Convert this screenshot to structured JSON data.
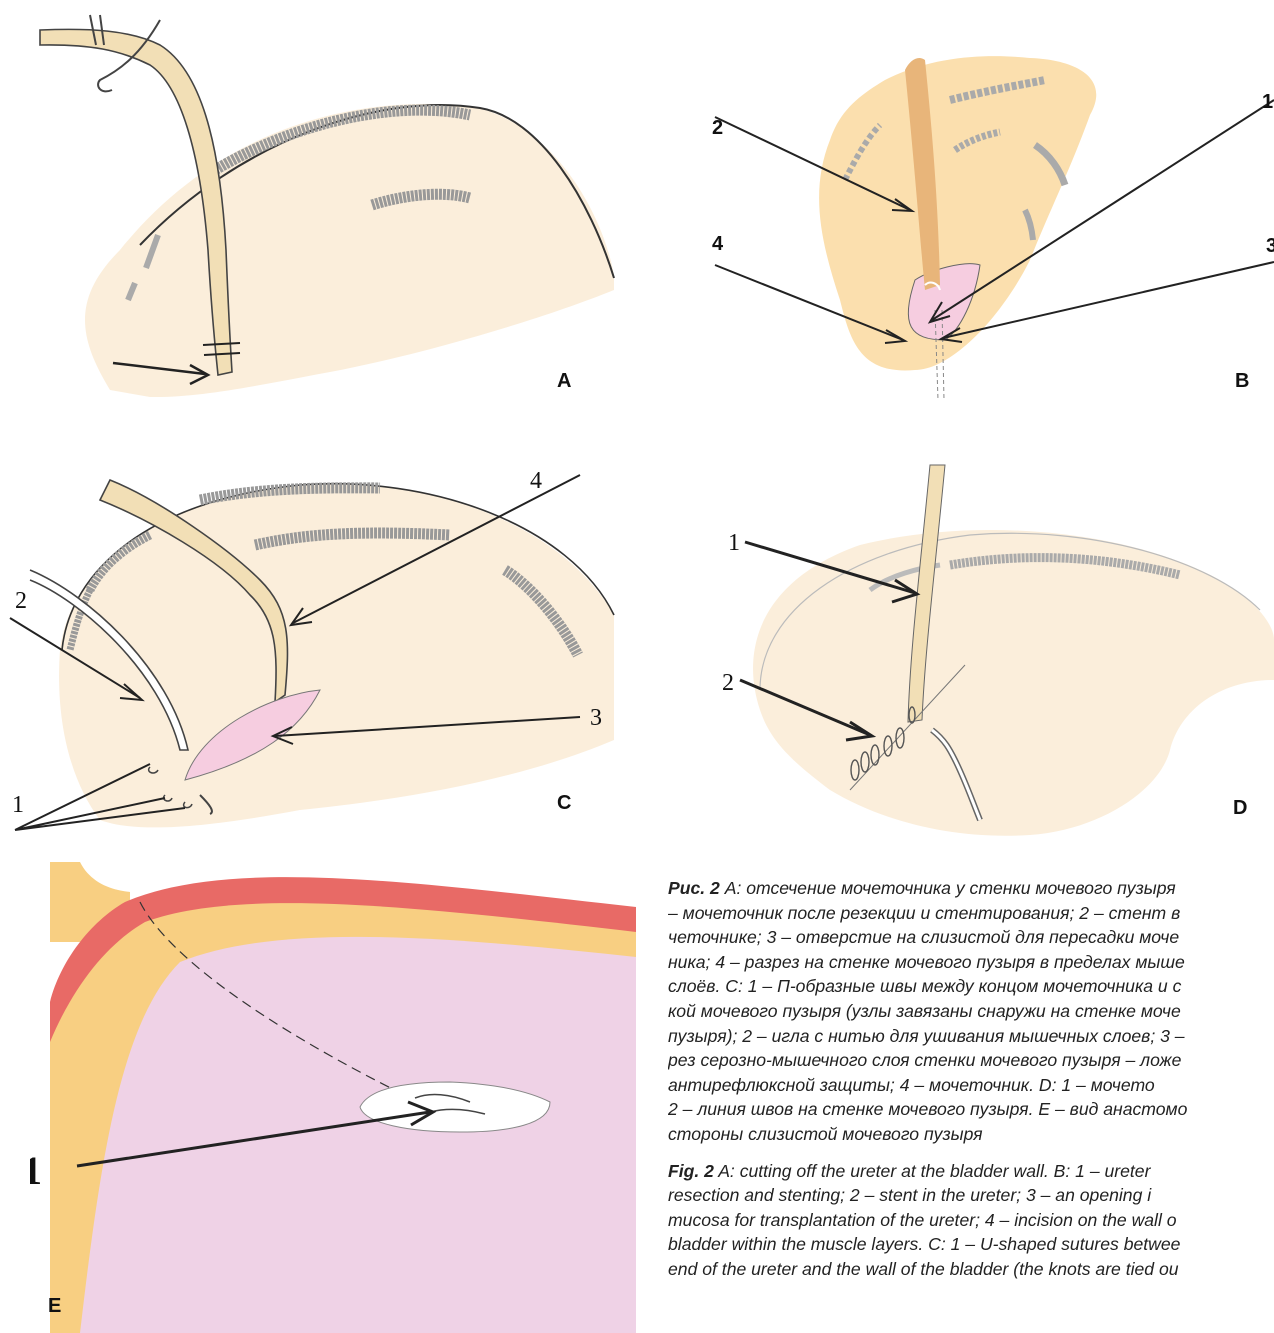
{
  "figure": {
    "panel_labels": {
      "a": "A",
      "b": "B",
      "c": "C",
      "d": "D",
      "e": "E"
    },
    "numbers": {
      "one": "1",
      "two": "2",
      "three": "3",
      "four": "4"
    },
    "caption_ru": {
      "label": "Рис. 2",
      "lines": [
        " А: отсечение мочеточника у стенки мочевого пузыря",
        "– мочеточник после резекции и стентирования; 2 – стент в",
        "четочнике; 3 – отверстие на слизистой для пересадки моче",
        "ника; 4 – разрез на стенке мочевого пузыря в пределах мыше",
        "слоёв. С: 1 – П-образные швы между концом мочеточника и с",
        "кой мочевого пузыря (узлы завязаны снаружи на стенке моче",
        "пузыря); 2 – игла с нитью для ушивания мышечных слоев; 3 –",
        "рез серозно-мышечного слоя стенки мочевого пузыря – ложе",
        "антирефлюксной защиты; 4 – мочеточник. D: 1 – мочето",
        "2 – линия швов на стенке мочевого пузыря. Е – вид анастомо",
        "стороны слизистой мочевого пузыря"
      ]
    },
    "caption_en": {
      "label": "Fig. 2",
      "lines": [
        " A: cutting off the ureter at the bladder wall. B: 1 – ureter",
        "resection and stenting; 2 – stent in the ureter; 3 – an opening i",
        "mucosa for transplantation of the ureter; 4 – incision on the wall o",
        "bladder within the muscle layers. C: 1 – U-shaped sutures betwee",
        "end of the ureter and the wall of the bladder (the knots are tied ou"
      ]
    },
    "colors": {
      "bladder": "#fbeedb",
      "bladder_b": "#fbdfae",
      "ureter": "#f2dfb6",
      "ureter_b": "#e8b57a",
      "mucosa": "#f6cde0",
      "wall_red": "#e86a66",
      "wall_yellow": "#f8cf82",
      "pink_lumen": "#efd2e6"
    }
  }
}
